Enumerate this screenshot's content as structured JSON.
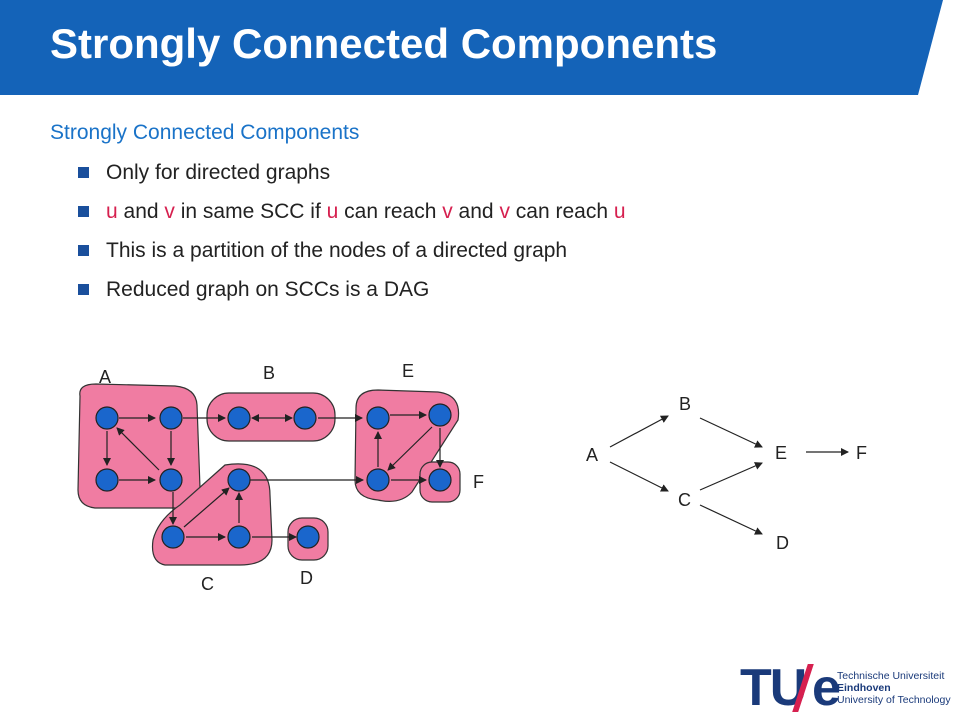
{
  "slide": {
    "title": "Strongly Connected Components",
    "heading": "Strongly Connected Components",
    "bullets": [
      {
        "parts": [
          {
            "text": "Only for directed graphs",
            "hl": false
          }
        ]
      },
      {
        "parts": [
          {
            "text": "u",
            "hl": true
          },
          {
            "text": " and ",
            "hl": false
          },
          {
            "text": "v",
            "hl": true
          },
          {
            "text": " in same SCC if ",
            "hl": false
          },
          {
            "text": "u",
            "hl": true
          },
          {
            "text": " can reach ",
            "hl": false
          },
          {
            "text": "v",
            "hl": true
          },
          {
            "text": " and ",
            "hl": false
          },
          {
            "text": "v",
            "hl": true
          },
          {
            "text": " can reach ",
            "hl": false
          },
          {
            "text": "u",
            "hl": true
          }
        ]
      },
      {
        "parts": [
          {
            "text": "This is a partition of the nodes of a directed graph",
            "hl": false
          }
        ]
      },
      {
        "parts": [
          {
            "text": "Reduced graph on SCCs is a DAG",
            "hl": false
          }
        ]
      }
    ]
  },
  "diagram": {
    "component_labels": {
      "A": "A",
      "B": "B",
      "C": "C",
      "D": "D",
      "E": "E",
      "F": "F"
    },
    "dag_labels": {
      "A": "A",
      "B": "B",
      "C": "C",
      "D": "D",
      "E": "E",
      "F": "F"
    }
  },
  "logo": {
    "tu": "TU",
    "e": "e",
    "line1": "Technische Universiteit",
    "line2": "Eindhoven",
    "line3": "University of Technology"
  },
  "colors": {
    "title_bar": "#1463b8",
    "heading": "#1a73c8",
    "highlight": "#d6204f",
    "component_fill": "#f07ca2",
    "node_fill": "#1a66cc",
    "bullet": "#1a4f9c"
  }
}
